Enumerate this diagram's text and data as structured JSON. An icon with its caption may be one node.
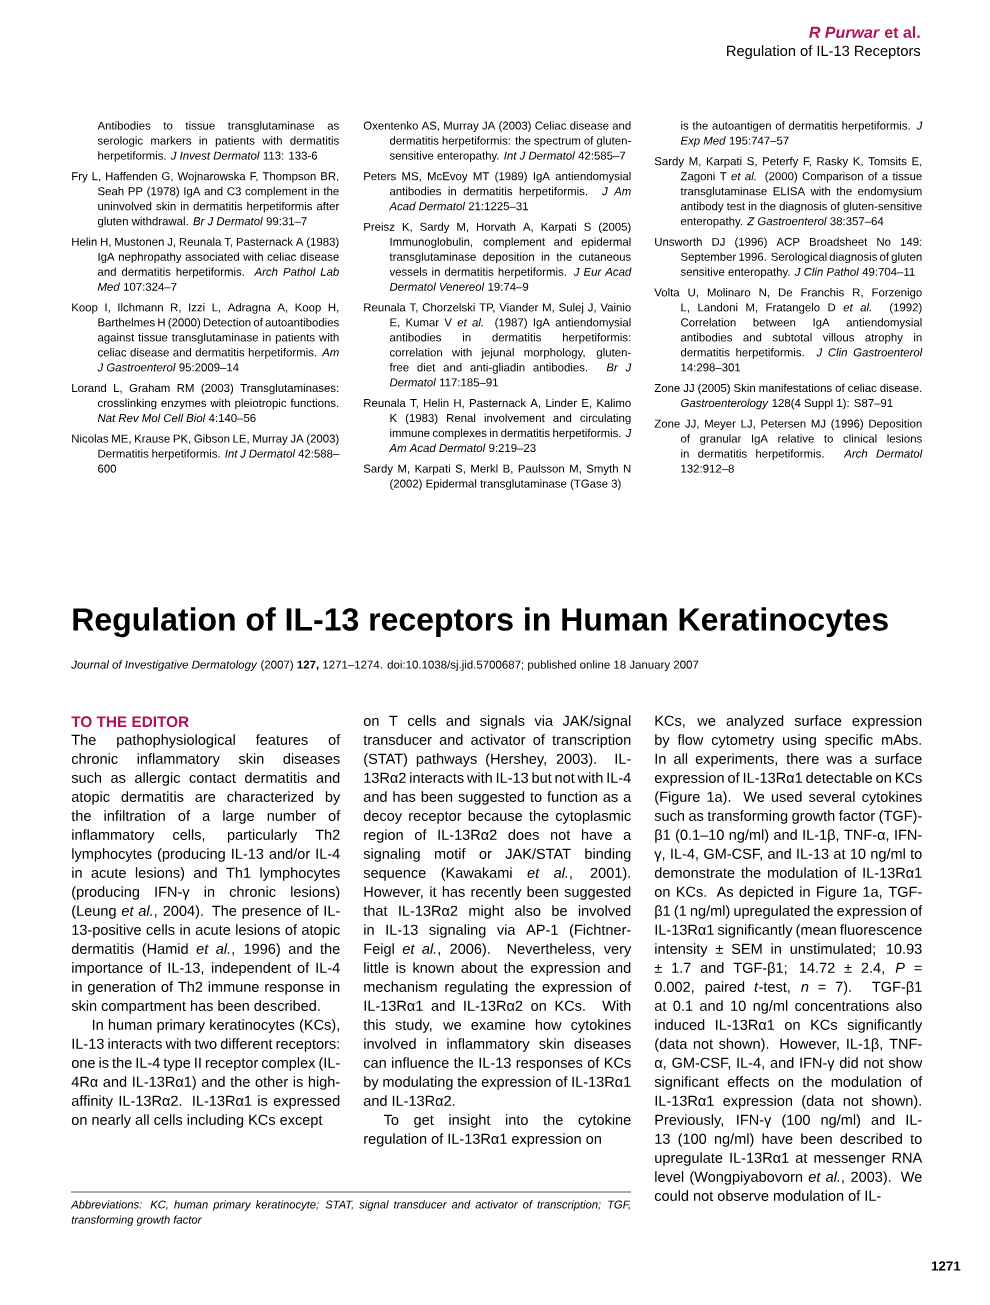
{
  "diagram": {
    "title": "Regulation of IL-13 receptors in Human Keratinocytes",
    "labels": [
      "*R Purwar* et al.",
      "Regulation of IL-13 Receptors",
      "Antibodies to tissue transglutaminase as serologic markers in patients with dermatitis herpetiformis. *J Invest Dermatol* 113: 133-6",
      "Fry L, Haffenden G, Wojnarowska F, Thompson BR, Seah PP (1978) IgA and C3 complement in the uninvolved skin in dermatitis herpetiformis after gluten withdrawal. *Br J Dermatol* 99:31–7",
      "Helin H, Mustonen J, Reunala T, Pasternack A (1983) IgA nephropathy associated with celiac disease and dermatitis herpetiformis. *Arch Pathol Lab Med* 107:324–7",
      "Koop I, Ilchmann R, Izzi L, Adragna A, Koop H, Barthelmes H (2000) Detection of autoantibodies against tissue transglutaminase in patients with celiac disease and dermatitis herpetiformis. *Am J Gastroenterol* 95:2009–14",
      "Lorand L, Graham RM (2003) Transglutaminases: crosslinking enzymes with pleiotropic functions. *Nat Rev Mol Cell Biol* 4:140–56",
      "Nicolas ME, Krause PK, Gibson LE, Murray JA (2003) Dermatitis herpetiformis. *Int J Dermatol* 42:588–600",
      "Oxentenko AS, Murray JA (2003) Celiac disease and dermatitis herpetiformis: the spectrum of gluten-sensitive enteropathy. *Int J Dermatol* 42:585–7",
      "Peters MS, McEvoy MT (1989) IgA antiendomysial antibodies in dermatitis herpetiformis. *J Am Acad Dermatol* 21:1225–31",
      "Preisz K, Sardy M, Horvath A, Karpati S (2005) Immunoglobulin, complement and epidermal transglutaminase deposition in the cutaneous vessels in dermatitis herpetiformis. *J Eur Acad Dermatol Venereol* 19:74–9",
      "Reunala T, Chorzelski TP, Viander M, Sulej J, Vainio E, Kumar V *et al.* (1987) IgA antiendomysial antibodies in dermatitis herpetiformis: correlation with jejunal morphology, gluten-free diet and anti-gliadin antibodies. *Br J Dermatol* 117:185–91",
      "Reunala T, Helin H, Pasternack A, Linder E, Kalimo K (1983) Renal involvement and circulating immune complexes in dermatitis herpetiformis. *J Am Acad Dermatol* 9:219–23",
      "Sardy M, Karpati S, Merkl B, Paulsson M, Smyth N (2002) Epidermal transglutaminase (TGase 3)",
      "is the autoantigen of dermatitis herpetiformis. *J Exp Med* 195:747–57",
      "Sardy M, Karpati S, Peterfy F, Rasky K, Tomsits E, Zagoni T *et al.* (2000) Comparison of a tissue transglutaminase ELISA with the endomysium antibody test in the diagnosis of gluten-sensitive enteropathy. *Z Gastroenterol* 38:357–64",
      "Unsworth DJ (1996) ACP Broadsheet No 149: September 1996. Serological diagnosis of gluten sensitive enteropathy. *J Clin Pathol* 49:704–11",
      "Volta U, Molinaro N, De Franchis R, Forzenigo L, Landoni M, Fratangelo D *et al.* (1992) Correlation between IgA antiendomysial antibodies and subtotal villous atrophy in dermatitis herpetiformis. *J Clin Gastroenterol* 14:298–301",
      "Zone JJ (2005) Skin manifestations of celiac disease. *Gastroenterology* 128(4 Suppl 1): S87–91",
      "Zone JJ, Meyer LJ, Petersen MJ (1996) Deposition of granular IgA relative to clinical lesions in dermatitis herpetiformis. *Arch Dermatol* 132:912–8",
      "*Journal of Investigative Dermatology* (2007) **127,** 1271–1274. doi:10.1038/sj.jid.5700687; published online 18 January 2007",
      "TO THE EDITOR",
      "The pathophysiological features of chronic inflammatory skin diseases such as allergic contact dermatitis and atopic dermatitis are characterized by the infiltration of a large number of inflammatory cells, particularly Th2 lymphocytes (producing IL-13 and/or IL-4 in acute lesions) and Th1 lymphocytes (producing IFN-γ in chronic lesions) (Leung *et al.*, 2004). The presence of IL-13-positive cells in acute lesions of atopic dermatitis (Hamid *et al.*, 1996) and the importance of IL-13, independent of IL-4 in generation of Th2 immune response in skin compartment has been described.",
      "In human primary keratinocytes (KCs), IL-13 interacts with two different receptors: one is the IL-4 type II receptor complex (IL-4Rα and IL-13Rα1) and the other is high-affinity IL-13Rα2. IL-13Rα1 is expressed on nearly all cells including KCs except",
      "on T cells and signals via JAK/signal transducer and activator of transcription (STAT) pathways (Hershey, 2003). IL-13Rα2 interacts with IL-13 but not with IL-4 and has been suggested to function as a decoy receptor because the cytoplasmic region of IL-13Rα2 does not have a signaling motif or JAK/STAT binding sequence (Kawakami *et al.*, 2001). However, it has recently been suggested that IL-13Rα2 might also be involved in IL-13 signaling via AP-1 (Fichtner-Feigl *et al.*, 2006). Nevertheless, very little is known about the expression and mechanism regulating the expression of IL-13Rα1 and IL-13Rα2 on KCs. With this study, we examine how cytokines involved in inflammatory skin diseases can influence the IL-13 responses of KCs by modulating the expression of IL-13Rα1 and IL-13Rα2.",
      "To get insight into the cytokine regulation of IL-13Rα1 expression on",
      "KCs, we analyzed surface expression by flow cytometry using specific mAbs. In all experiments, there was a surface expression of IL-13Rα1 detectable on KCs (Figure 1a). We used several cytokines such as transforming growth factor (TGF)-β1 (0.1–10 ng/ml) and IL-1β, TNF-α, IFN-γ, IL-4, GM-CSF, and IL-13 at 10 ng/ml to demonstrate the modulation of IL-13Rα1 on KCs. As depicted in Figure 1a, TGF-β1 (1 ng/ml) upregulated the expression of IL-13Rα1 significantly (mean fluorescence intensity ± SEM in unstimulated; 10.93 ± 1.7 and TGF-β1; 14.72 ± 2.4, *P* = 0.002, paired *t*-test, *n* = 7). TGF-β1 at 0.1 and 10 ng/ml concentrations also induced IL-13Rα1 on KCs significantly (data not shown). However, IL-1β, TNF-α, GM-CSF, IL-4, and IFN-γ did not show significant effects on the modulation of IL-13Rα1 expression (data not shown). Previously, IFN-γ (100 ng/ml) and IL-13 (100 ng/ml) have been described to upregulate IL-13Rα1 at messenger RNA level (Wongpiyabovorn *et al.*, 2003). We could not observe modulation of IL-",
      "Abbreviations: KC, human primary keratinocyte; STAT, signal transducer and activator of transcription; TGF, transforming growth factor",
      "1271"
    ]
  }
}
